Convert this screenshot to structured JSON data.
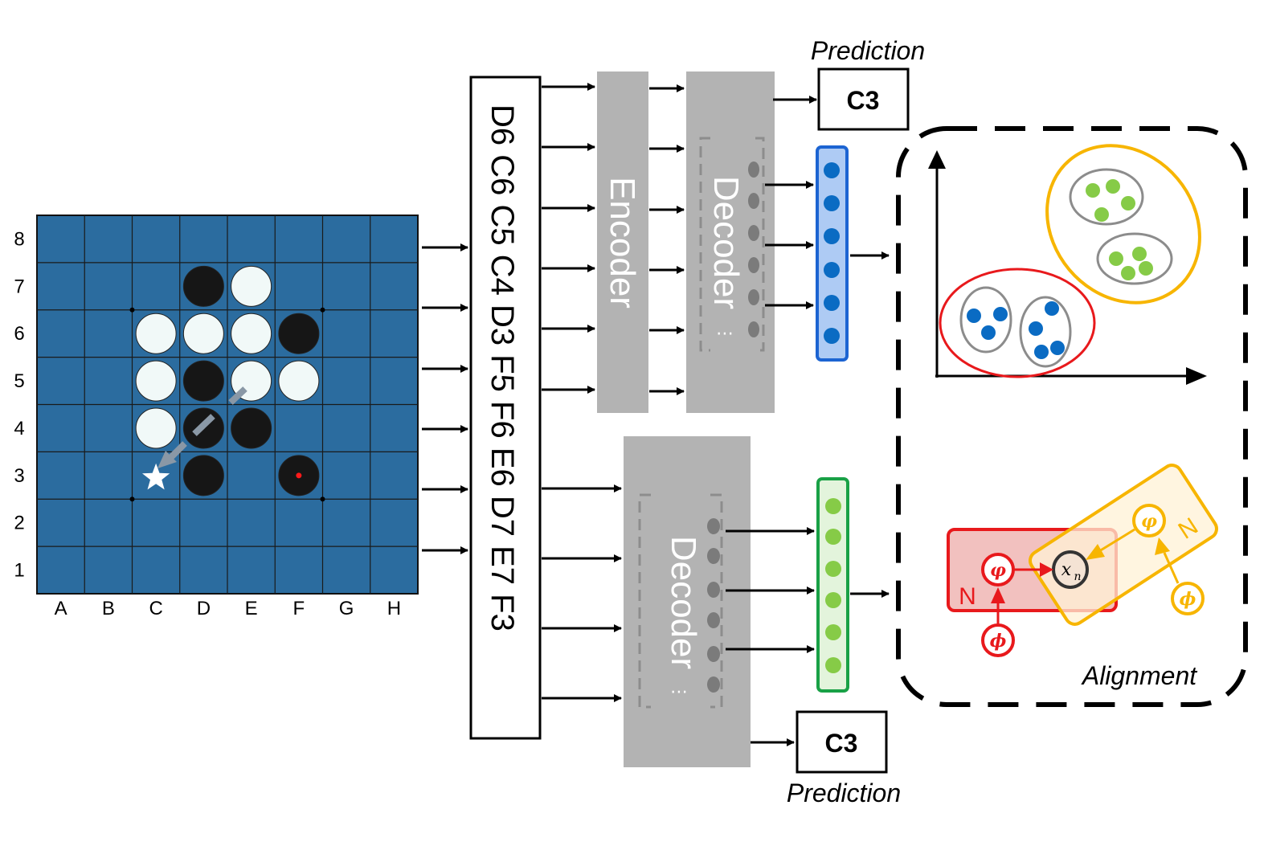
{
  "board": {
    "columns": [
      "A",
      "B",
      "C",
      "D",
      "E",
      "F",
      "G",
      "H"
    ],
    "rows": [
      "8",
      "7",
      "6",
      "5",
      "4",
      "3",
      "2",
      "1"
    ],
    "colors": {
      "board": "#2b6c9f",
      "grid": "#1a1a1a",
      "black": "#161616",
      "white": "#f1f9f8"
    },
    "pieces": [
      {
        "cell": "D7",
        "color": "black"
      },
      {
        "cell": "E7",
        "color": "white"
      },
      {
        "cell": "C6",
        "color": "white"
      },
      {
        "cell": "D6",
        "color": "white"
      },
      {
        "cell": "E6",
        "color": "white"
      },
      {
        "cell": "F6",
        "color": "black"
      },
      {
        "cell": "C5",
        "color": "white"
      },
      {
        "cell": "D5",
        "color": "black"
      },
      {
        "cell": "E5",
        "color": "white"
      },
      {
        "cell": "F5",
        "color": "white"
      },
      {
        "cell": "C4",
        "color": "white"
      },
      {
        "cell": "D4",
        "color": "black"
      },
      {
        "cell": "E4",
        "color": "black"
      },
      {
        "cell": "D3",
        "color": "black"
      },
      {
        "cell": "F3",
        "color": "black",
        "last_move": true
      }
    ],
    "star_cell": "C3",
    "move_arrow": {
      "from": "E5",
      "to": "C3",
      "color": "#8a98a6"
    }
  },
  "sequence": {
    "text": "D6 C6 C5 C4 D3 F5 F6 E6 D7 E7 F3"
  },
  "encoder": {
    "label": "Encoder"
  },
  "decoder_top": {
    "label": "Decoder"
  },
  "decoder_bottom": {
    "label": "Decoder"
  },
  "prediction_top": {
    "value": "C3",
    "label": "Prediction"
  },
  "prediction_bottom": {
    "value": "C3",
    "label": "Prediction"
  },
  "alignment": {
    "label": "Alignment",
    "plate_red": {
      "label": "N",
      "latent": "φ",
      "prior": "ϕ",
      "observed": "x",
      "observed_sub": "n",
      "color": "#e8191c"
    },
    "plate_yellow": {
      "label": "N",
      "latent": "φ",
      "prior": "ϕ",
      "color": "#f7b500"
    }
  },
  "colors": {
    "block_gray": "#b3b3b3",
    "token_gray": "#7b7b7b",
    "blue_vec_fill": "#aecbf4",
    "blue_vec_border": "#1c64d2",
    "blue_dot": "#0a6bc3",
    "green_vec_fill": "#e3f4dc",
    "green_vec_border": "#19a146",
    "green_dot": "#86cb47",
    "cluster_gray": "#8c8c8c",
    "red": "#e8191c",
    "yellow": "#f7b500"
  }
}
